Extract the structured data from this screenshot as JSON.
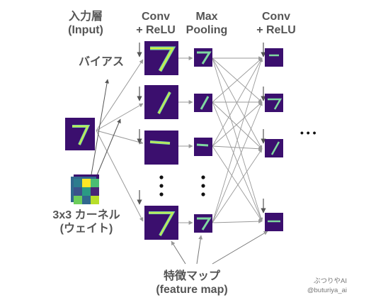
{
  "labels": {
    "input_line1": "入力層",
    "input_line2": "(Input)",
    "conv1_line1": "Conv",
    "conv1_line2": "+ ReLU",
    "pool_line1": "Max",
    "pool_line2": "Pooling",
    "conv2_line1": "Conv",
    "conv2_line2": "+ ReLU",
    "bias": "バイアス",
    "kernel_line1": "3x3 カーネル",
    "kernel_line2": "(ウェイト)",
    "fmap_line1": "特徴マップ",
    "fmap_line2": "(feature map)",
    "brand": "ぶつりやAI",
    "handle": "@buturiya_ai",
    "ellipsis_h": "• • •"
  },
  "colors": {
    "map_bg": "#3b0f6e",
    "map_stroke": "#7fd8a0",
    "map_bright": "#d4f03a",
    "arrow": "#999999",
    "bias_arrow": "#555555"
  },
  "kernel_cells": [
    "#2d7c8e",
    "#fde725",
    "#4bbd73",
    "#3b528b",
    "#2a9a84",
    "#482476",
    "#6ccd5a",
    "#31688e",
    "#b8de29"
  ]
}
